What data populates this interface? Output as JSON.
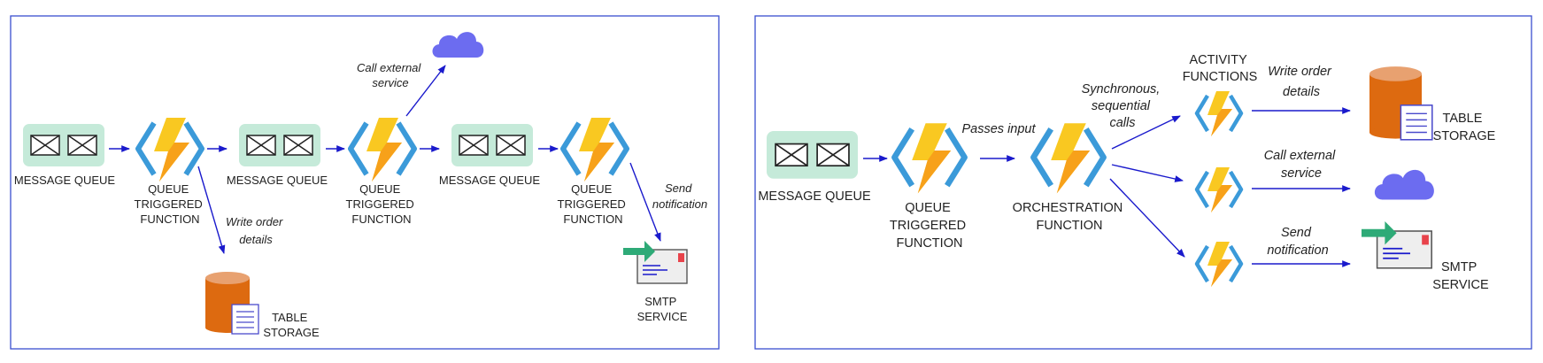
{
  "left_panel": {
    "queue1_label": "MESSAGE QUEUE",
    "queue2_label": "MESSAGE QUEUE",
    "queue3_label": "MESSAGE QUEUE",
    "function1_label": [
      "QUEUE",
      "TRIGGERED",
      "FUNCTION"
    ],
    "function2_label": [
      "QUEUE",
      "TRIGGERED",
      "FUNCTION"
    ],
    "function3_label": [
      "QUEUE",
      "TRIGGERED",
      "FUNCTION"
    ],
    "write_order_note": [
      "Write order",
      "details"
    ],
    "call_external_note": [
      "Call external",
      "service"
    ],
    "send_notification_note": [
      "Send",
      "notification"
    ],
    "table_storage_label": [
      "TABLE",
      "STORAGE"
    ],
    "smtp_label": [
      "SMTP",
      "SERVICE"
    ]
  },
  "right_panel": {
    "queue_label": "MESSAGE QUEUE",
    "function_label": [
      "QUEUE",
      "TRIGGERED",
      "FUNCTION"
    ],
    "passes_input_note": "Passes input",
    "orchestration_label": [
      "ORCHESTRATION",
      "FUNCTION"
    ],
    "sync_calls_note": [
      "Synchronous,",
      "sequential",
      "calls"
    ],
    "activity_label": [
      "ACTIVITY",
      "FUNCTIONS"
    ],
    "write_order_note": [
      "Write order",
      "details"
    ],
    "call_external_note": [
      "Call external",
      "service"
    ],
    "send_notification_note": [
      "Send",
      "notification"
    ],
    "table_storage_label": [
      "TABLE",
      "STORAGE"
    ],
    "smtp_label": [
      "SMTP",
      "SERVICE"
    ]
  },
  "colors": {
    "panel_border": "#3a4fd0",
    "arrow": "#1a1acc",
    "queue_bg": "#c5ead9",
    "bolt_yellow": "#f9c821",
    "bolt_orange": "#f7a11a",
    "bracket_blue": "#3b9ad9",
    "cloud": "#6c6cf0",
    "storage_orange": "#dd6a10",
    "storage_top": "#e8a170",
    "mail_green": "#2eaa77",
    "stamp_red": "#e8434b"
  },
  "icons": [
    "envelope-icon",
    "lightning-function-icon",
    "cloud-icon",
    "table-storage-icon",
    "smtp-mail-icon"
  ]
}
